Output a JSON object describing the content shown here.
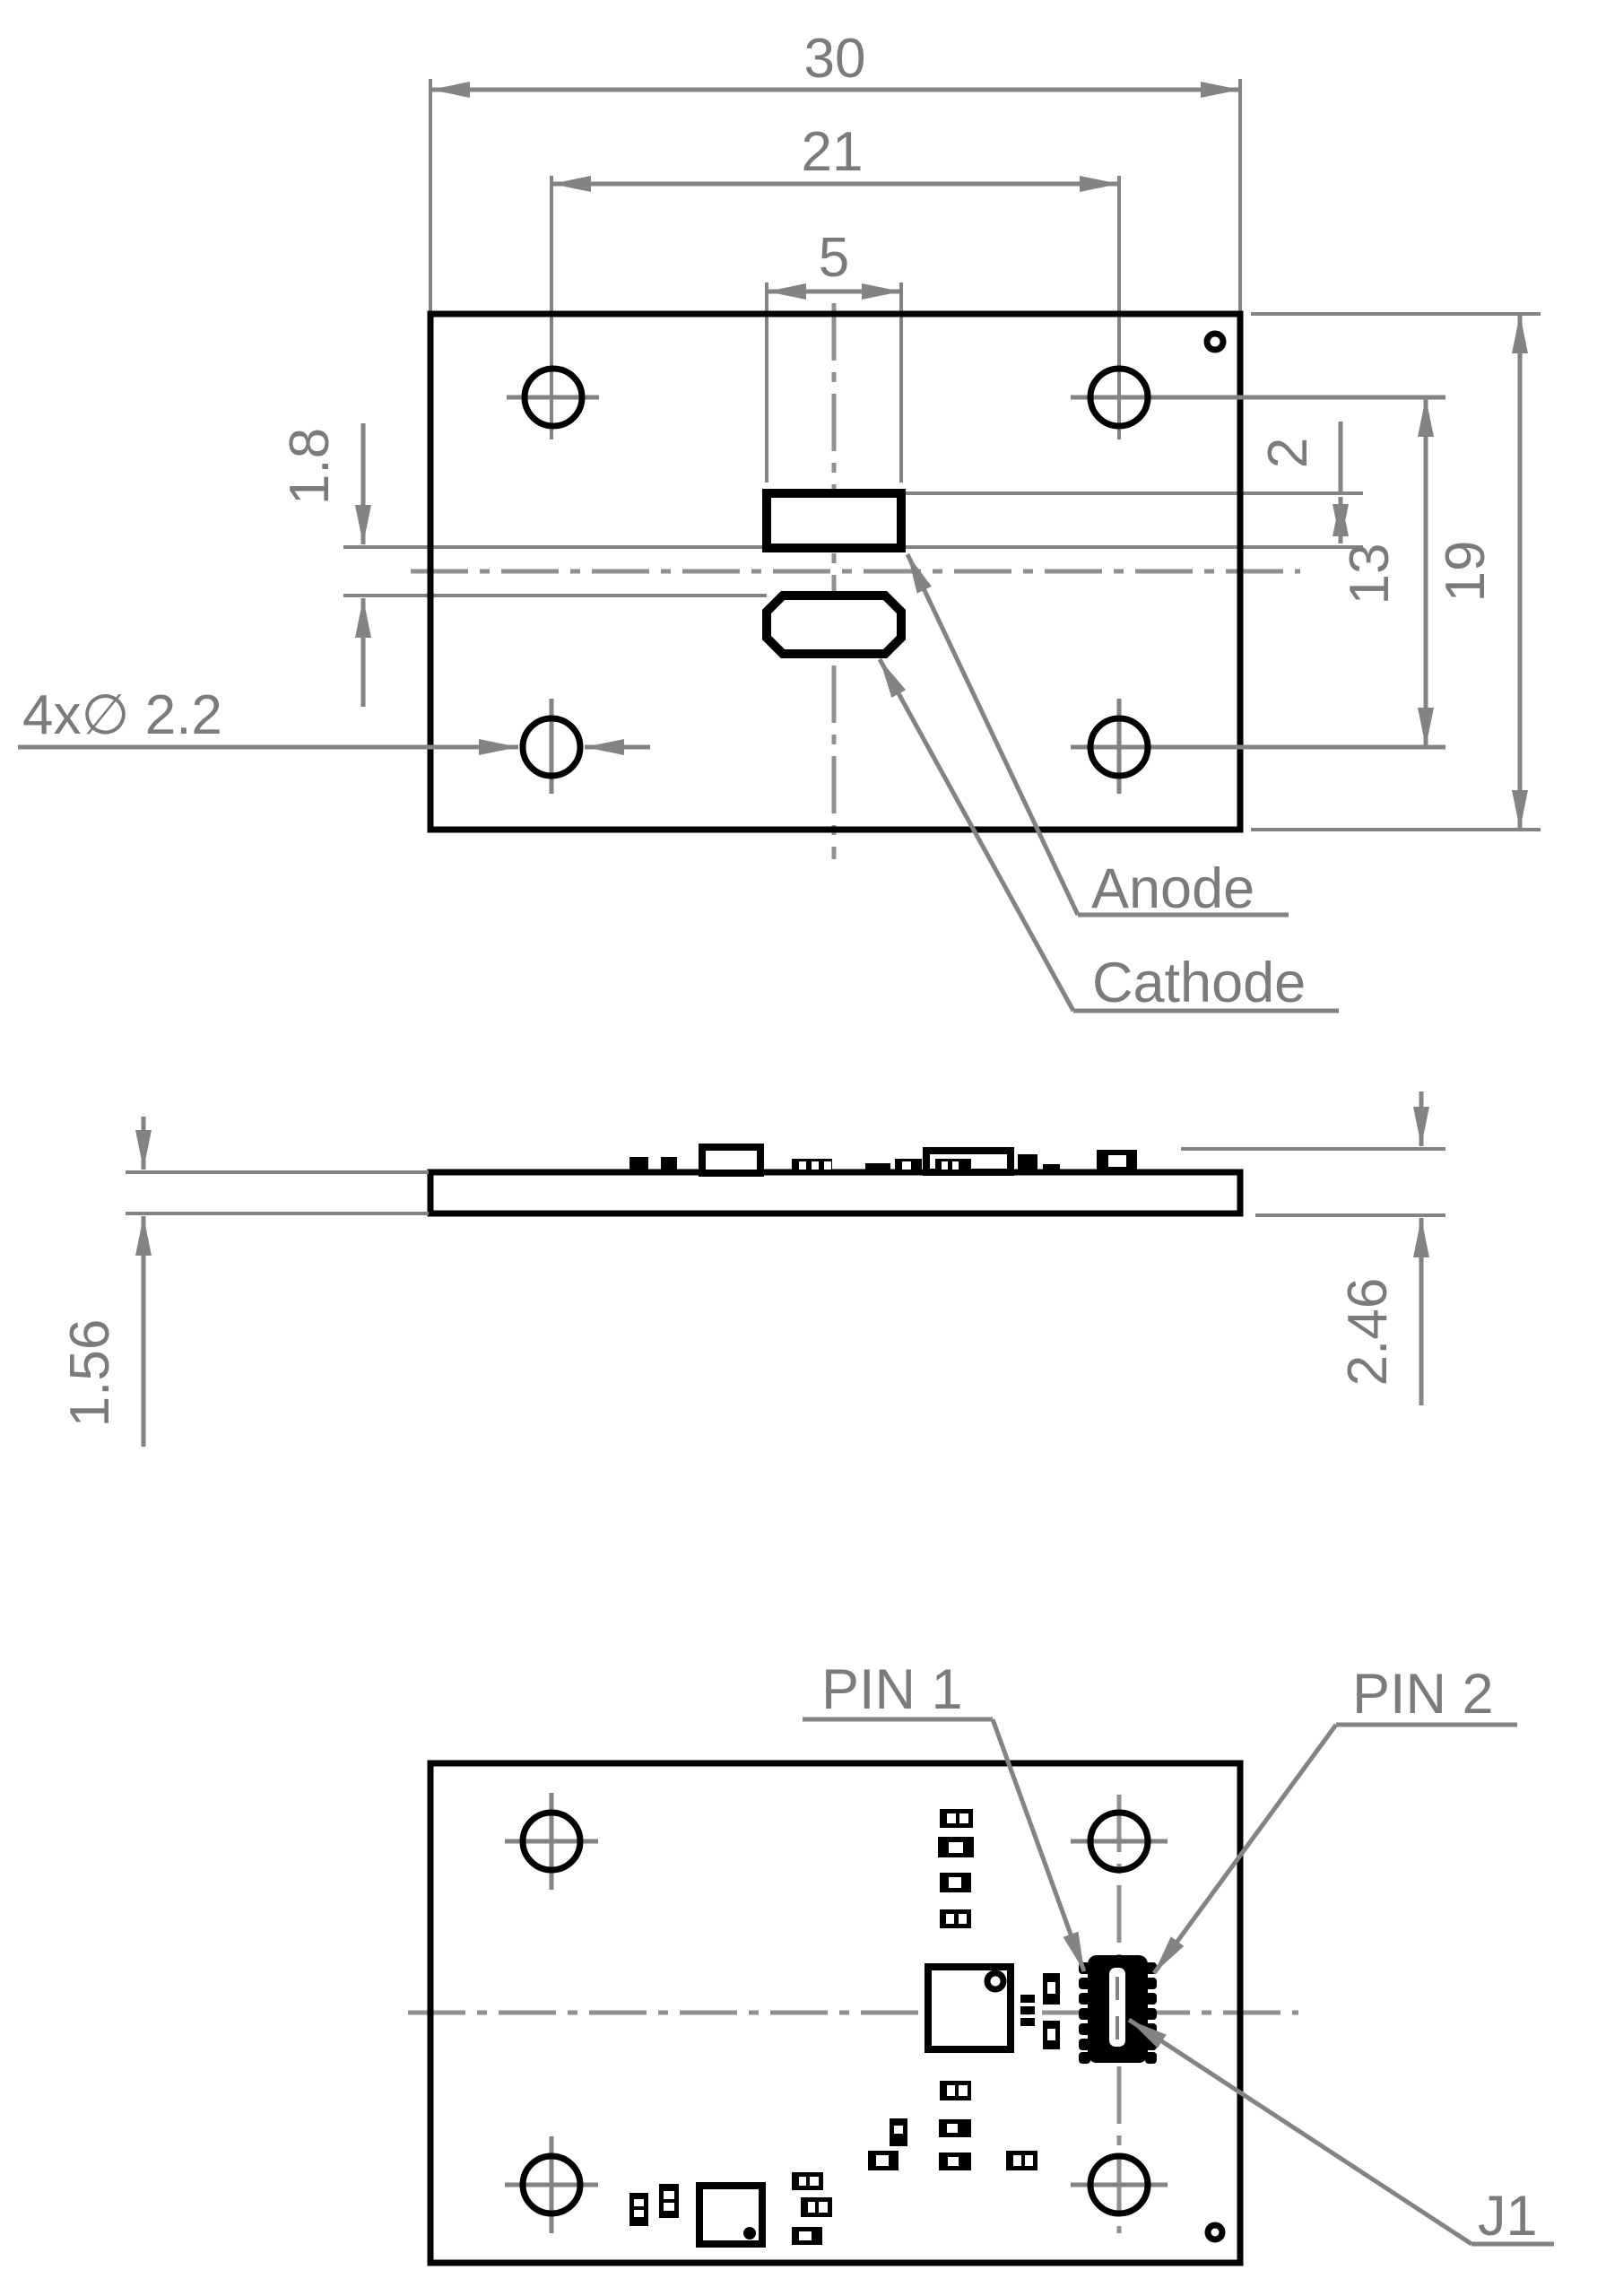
{
  "drawing": {
    "type": "pcb-mechanical-drawing",
    "top_view": {
      "dim_overall_width": "30",
      "dim_hole_pitch_x": "21",
      "dim_pad_width": "5",
      "dim_pad_gap": "1.8",
      "dim_pad_height": "2",
      "dim_hole_pitch_y": "13",
      "dim_overall_height": "19",
      "hole_callout": "4x∅ 2.2",
      "label_anode": "Anode",
      "label_cathode": "Cathode"
    },
    "side_view": {
      "dim_board_thickness": "1.56",
      "dim_overall_height": "2.46"
    },
    "bottom_view": {
      "label_pin1": "PIN 1",
      "label_pin2": "PIN 2",
      "label_j1": "J1"
    },
    "colors": {
      "outline": "#000000",
      "dimension_lines": "#838383",
      "centerlines": "#909090",
      "text": "#7b7b7b",
      "background": "#ffffff"
    }
  }
}
